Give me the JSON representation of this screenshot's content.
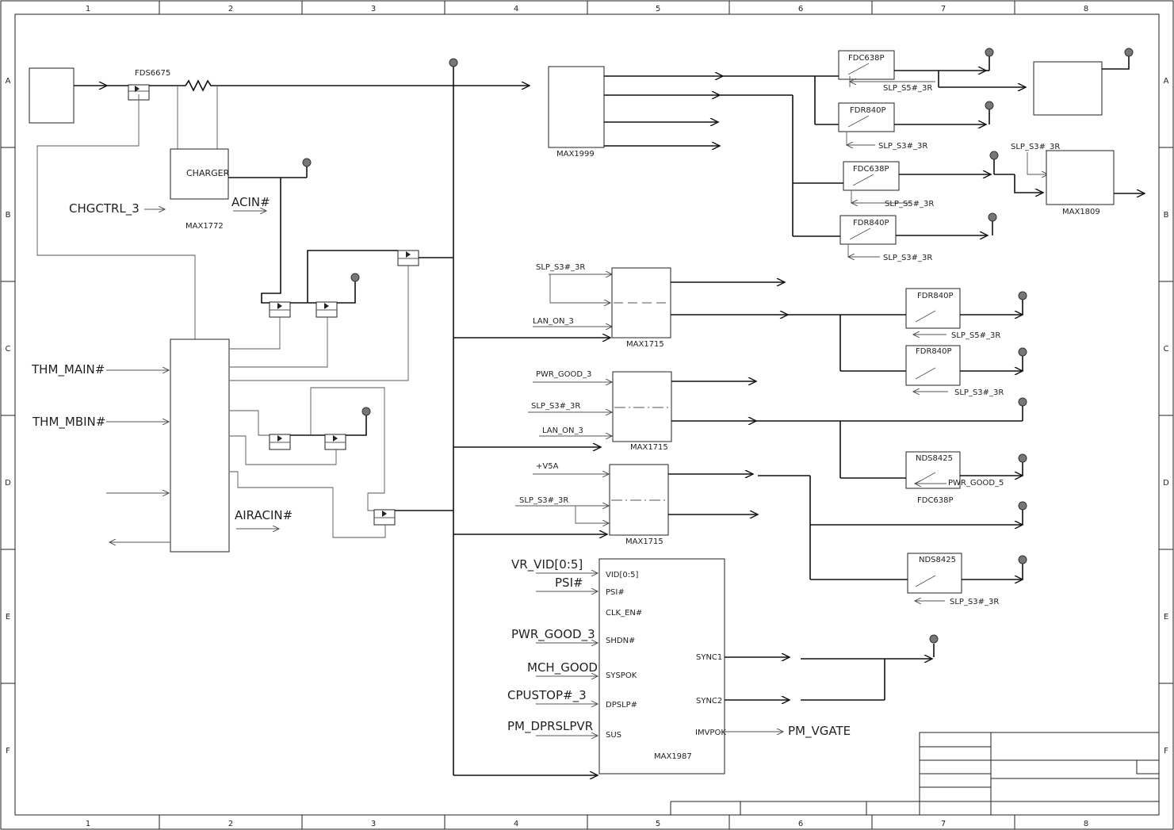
{
  "border": {
    "columns": [
      "1",
      "2",
      "3",
      "4",
      "5",
      "6",
      "7",
      "8"
    ],
    "rows": [
      "A",
      "B",
      "C",
      "D",
      "E",
      "F"
    ]
  },
  "left": {
    "adapter_fet": "FDS6675",
    "charger_label": "CHARGER",
    "charger_part": "MAX1772",
    "chgctrl": "CHGCTRL_3",
    "acin": "ACIN#",
    "thm_main": "THM_MAIN#",
    "thm_mbin": "THM_MBIN#",
    "airacin": "AIRACIN#"
  },
  "top_right": {
    "max1999": "MAX1999",
    "fdc638p_1": "FDC638P",
    "slp_s5_1": "SLP_S5#_3R",
    "fdr840p_1": "FDR840P",
    "slp_s3_1": "SLP_S3#_3R",
    "fdc638p_2": "FDC638P",
    "slp_s5_2": "SLP_S5#_3R",
    "fdr840p_2": "FDR840P",
    "slp_s3_2": "SLP_S3#_3R",
    "slp_s3_top": "SLP_S3#_3R",
    "max1809": "MAX1809"
  },
  "mid": {
    "u1_in1": "SLP_S3#_3R",
    "u1_in2": "LAN_ON_3",
    "u1_part": "MAX1715",
    "u2_in1": "PWR_GOOD_3",
    "u2_in2": "SLP_S3#_3R",
    "u2_in3": "LAN_ON_3",
    "u2_part": "MAX1715",
    "u3_in1": "+V5A",
    "u3_in2": "SLP_S3#_3R",
    "u3_part": "MAX1715",
    "fdr840p_3": "FDR840P",
    "slp_s5_3": "SLP_S5#_3R",
    "fdr840p_4": "FDR840P",
    "slp_s3_4": "SLP_S3#_3R",
    "nds8425_1": "NDS8425",
    "pwr_good_5": "PWR_GOOD_5",
    "fdc638p_3": "FDC638P",
    "nds8425_2": "NDS8425",
    "slp_s3_5": "SLP_S3#_3R"
  },
  "cpu_vr": {
    "vr_vid": "VR_VID[0:5]",
    "psi": "PSI#",
    "pwr_good": "PWR_GOOD_3",
    "mch_good": "MCH_GOOD",
    "cpustop": "CPUSTOP#_3",
    "pm_dprslpvr": "PM_DPRSLPVR",
    "pin_vid": "VID[0:5]",
    "pin_psi": "PSI#",
    "pin_clk_en": "CLK_EN#",
    "pin_shdn": "SHDN#",
    "pin_syspok": "SYSPOK",
    "pin_dpslp": "DPSLP#",
    "pin_sus": "SUS",
    "pin_sync1": "SYNC1",
    "pin_sync2": "SYNC2",
    "pin_imvpok": "IMVPOK",
    "part": "MAX1987",
    "pm_vgate": "PM_VGATE"
  }
}
